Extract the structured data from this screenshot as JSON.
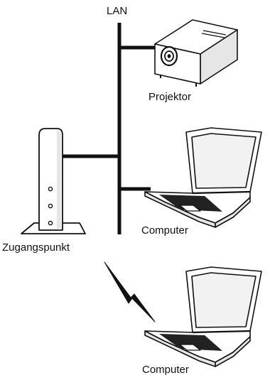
{
  "labels": {
    "lan": "LAN",
    "projector": "Projektor",
    "computer_wired": "Computer",
    "access_point": "Zugangspunkt",
    "computer_wireless": "Computer"
  },
  "icons": {
    "projector": "projector-icon",
    "laptop": "laptop-icon",
    "access_point": "access-point-icon",
    "wireless_link": "lightning-bolt-icon"
  },
  "colors": {
    "line": "#111111",
    "device_fill": "#ffffff",
    "device_shade": "#e6e6e6",
    "screen": "#f2f2f2",
    "keys": "#222222",
    "background": "#ffffff"
  }
}
